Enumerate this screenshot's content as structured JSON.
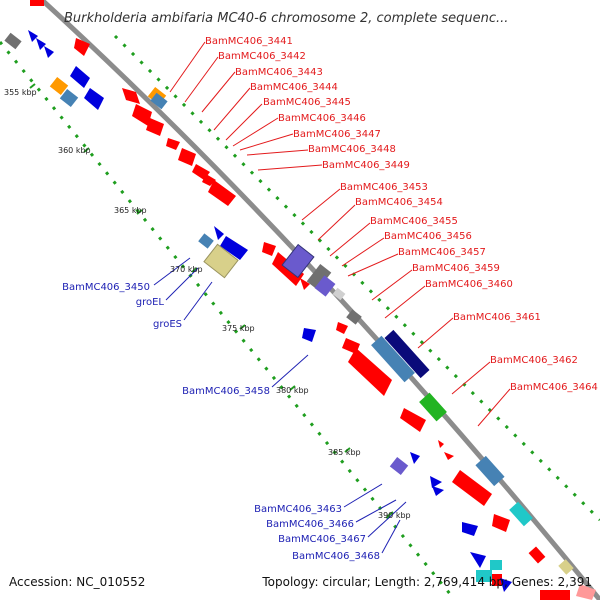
{
  "title": "Burkholderia ambifaria MC40-6 chromosome 2, complete sequenc...",
  "footer": {
    "accession": "Accession: NC_010552",
    "topology": "Topology: circular; Length: 2,769,414 bp; Genes: 2,391"
  },
  "colors": {
    "backbone": "#8c8c8c",
    "gc_dots": "#1f9e1f",
    "forward_gene": "#ff0000",
    "reverse_gene": "#0000dd",
    "label_forward": "#e31a1c",
    "label_reverse": "#1f22b4",
    "cog_steelblue": "#4682b4",
    "cog_slateblue": "#6a5acd",
    "cog_khaki": "#d8d08a",
    "cog_navy": "#0a0a7a",
    "cog_green": "#22b422",
    "cog_cyan": "#20c8c8",
    "cog_orange": "#ff9900",
    "cog_gray": "#707070"
  },
  "axis_ticks": [
    "355 kbp",
    "360 kbp",
    "365 kbp",
    "370 kbp",
    "375 kbp",
    "380 kbp",
    "385 kbp",
    "390 kbp"
  ],
  "forward_labels": [
    "BamMC406_3441",
    "BamMC406_3442",
    "BamMC406_3443",
    "BamMC406_3444",
    "BamMC406_3445",
    "BamMC406_3446",
    "BamMC406_3447",
    "BamMC406_3448",
    "BamMC406_3449",
    "BamMC406_3453",
    "BamMC406_3454",
    "BamMC406_3455",
    "BamMC406_3456",
    "BamMC406_3457",
    "BamMC406_3459",
    "BamMC406_3460",
    "BamMC406_3461",
    "BamMC406_3462",
    "BamMC406_3464"
  ],
  "reverse_labels": [
    "BamMC406_3450",
    "groEL",
    "groES",
    "BamMC406_3458",
    "BamMC406_3463",
    "BamMC406_3466",
    "BamMC406_3467",
    "BamMC406_3468"
  ]
}
